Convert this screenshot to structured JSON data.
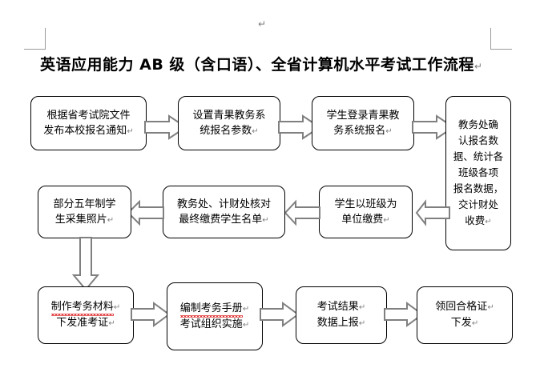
{
  "document": {
    "title": "英语应用能力 AB 级（含口语）、全省计算机水平考试工作流程",
    "pilcrow": "↵",
    "top_paragraph_mark": "↵"
  },
  "colors": {
    "box_border": "#000000",
    "arrow_stroke": "#808080",
    "text": "#000000",
    "pilcrow": "#808080",
    "spellcheck_underline": "#e03030",
    "margin_mark": "#9a9a9a",
    "page_background": "#ffffff"
  },
  "flowchart": {
    "type": "process-flow",
    "rows": [
      {
        "direction": "left-to-right",
        "nodes": [
          "n1",
          "n2",
          "n3",
          "n4"
        ]
      },
      {
        "direction": "right-to-left",
        "nodes": [
          "n5",
          "n6",
          "n7"
        ]
      },
      {
        "direction": "left-to-right",
        "nodes": [
          "n8",
          "n9",
          "n10",
          "n11"
        ]
      }
    ],
    "nodes": [
      {
        "id": "n1",
        "lines": [
          "根据省考试院文件",
          "发布本校报名通知"
        ],
        "mark": "↵"
      },
      {
        "id": "n2",
        "lines": [
          "设置青果教务系",
          "统报名参数"
        ],
        "mark": "↵"
      },
      {
        "id": "n3",
        "lines": [
          "学生登录青果教",
          "务系统报名"
        ],
        "mark": "↵"
      },
      {
        "id": "n4",
        "lines": [
          "教务处确",
          "认报名数",
          "据、统计各",
          "班级各项",
          "报名数据，",
          "交计财处",
          "收费"
        ],
        "mark": "↵"
      },
      {
        "id": "n5",
        "lines": [
          "学生以班级为",
          "单位缴费"
        ],
        "mark": "↵"
      },
      {
        "id": "n6",
        "lines": [
          "教务处、计财处核对",
          "最终缴费学生名单"
        ],
        "mark": "↵"
      },
      {
        "id": "n7",
        "lines": [
          "部分五年制学",
          "生采集照片"
        ],
        "mark": "↵"
      },
      {
        "id": "n8",
        "lines": [
          "制作考务材料",
          "下发准考证"
        ],
        "mark": "↵",
        "spellcheck_word": "考务"
      },
      {
        "id": "n9",
        "lines": [
          "编制考务手册",
          "考试组织实施"
        ],
        "mark": "↵",
        "spellcheck_word": "考务"
      },
      {
        "id": "n10",
        "lines": [
          "考试结果",
          "数据上报"
        ],
        "mark": "↵"
      },
      {
        "id": "n11",
        "lines": [
          "领回合格证",
          "下发"
        ],
        "mark": "↵"
      }
    ],
    "connectors": [
      {
        "id": "c1",
        "from": "n1",
        "to": "n2",
        "direction": "right"
      },
      {
        "id": "c2",
        "from": "n2",
        "to": "n3",
        "direction": "right"
      },
      {
        "id": "c3",
        "from": "n3",
        "to": "n4",
        "direction": "right"
      },
      {
        "id": "c4",
        "from": "n4",
        "to": "n5",
        "direction": "left"
      },
      {
        "id": "c5",
        "from": "n5",
        "to": "n6",
        "direction": "left"
      },
      {
        "id": "c6",
        "from": "n6",
        "to": "n7",
        "direction": "left"
      },
      {
        "id": "c7",
        "from": "n7",
        "to": "n8",
        "direction": "down"
      },
      {
        "id": "c8",
        "from": "n8",
        "to": "n9",
        "direction": "right"
      },
      {
        "id": "c9",
        "from": "n9",
        "to": "n10",
        "direction": "right"
      },
      {
        "id": "c10",
        "from": "n10",
        "to": "n11",
        "direction": "right"
      }
    ]
  }
}
